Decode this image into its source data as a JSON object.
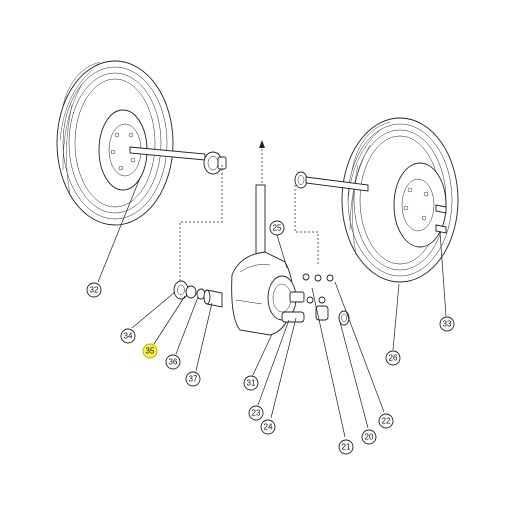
{
  "callouts": [
    {
      "id": "20",
      "label": "20",
      "highlighted": false
    },
    {
      "id": "21",
      "label": "21",
      "highlighted": false
    },
    {
      "id": "22",
      "label": "22",
      "highlighted": false
    },
    {
      "id": "23",
      "label": "23",
      "highlighted": false
    },
    {
      "id": "24",
      "label": "24",
      "highlighted": false
    },
    {
      "id": "25",
      "label": "25",
      "highlighted": false
    },
    {
      "id": "26",
      "label": "26",
      "highlighted": false
    },
    {
      "id": "31",
      "label": "31",
      "highlighted": false
    },
    {
      "id": "32",
      "label": "32",
      "highlighted": false
    },
    {
      "id": "33",
      "label": "33",
      "highlighted": false
    },
    {
      "id": "34",
      "label": "34",
      "highlighted": false
    },
    {
      "id": "35",
      "label": "35",
      "highlighted": true
    },
    {
      "id": "36",
      "label": "36",
      "highlighted": false
    },
    {
      "id": "37",
      "label": "37",
      "highlighted": false
    }
  ],
  "colors": {
    "highlight": "#f5ef4a",
    "line": "#222222",
    "background": "#ffffff"
  }
}
